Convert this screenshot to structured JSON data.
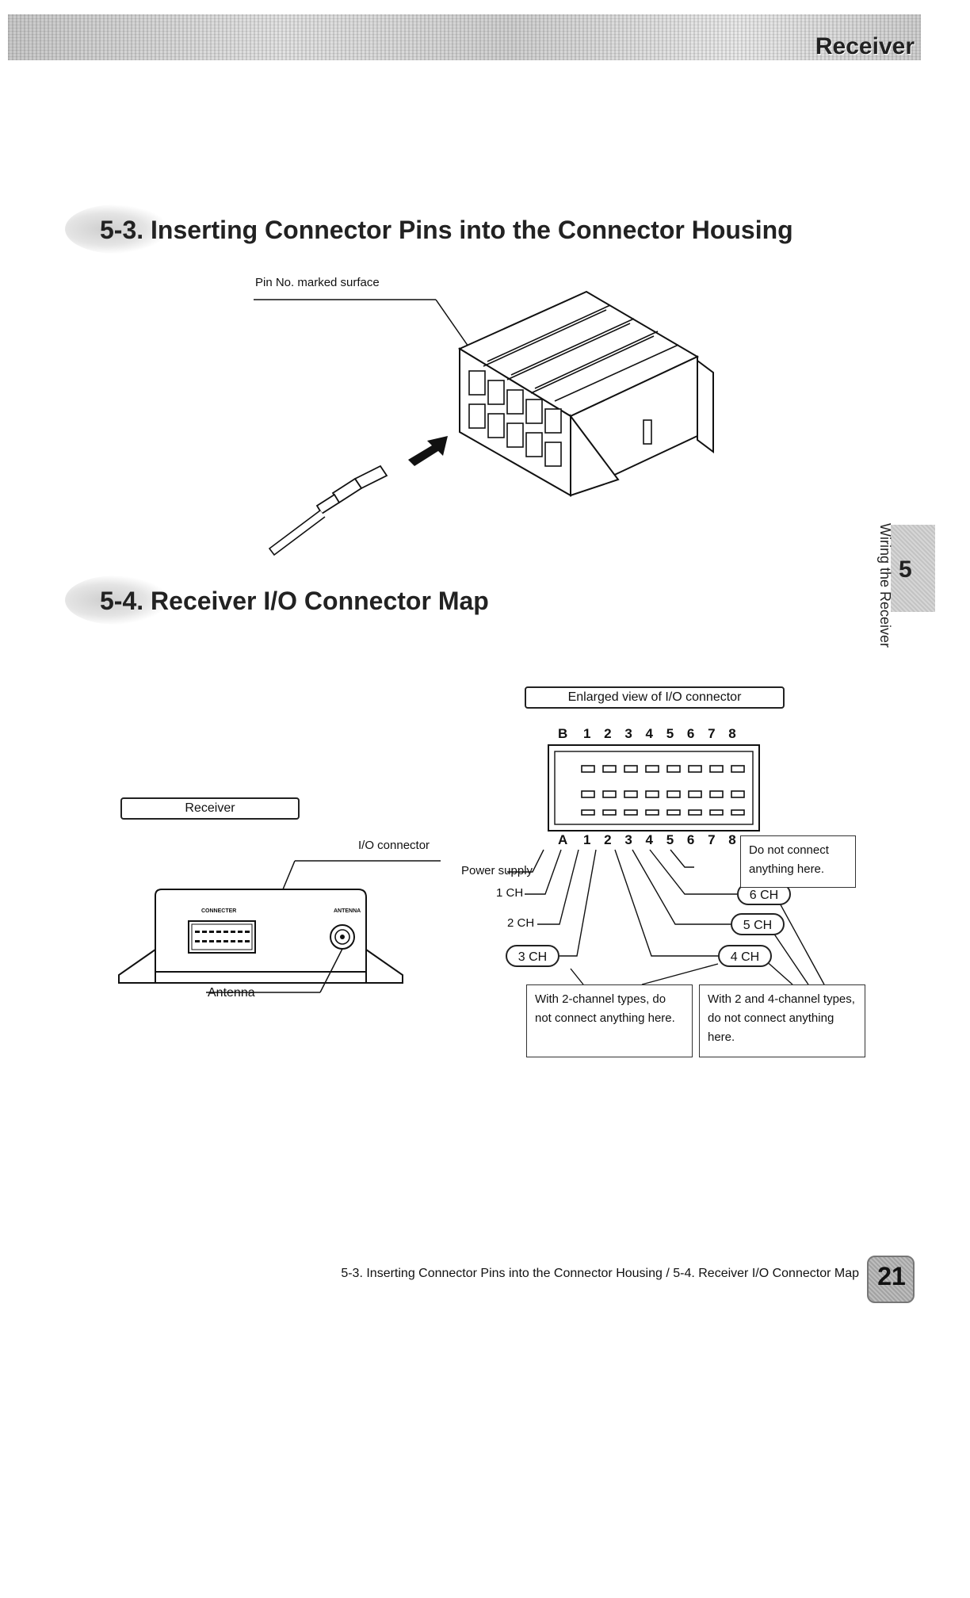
{
  "header": {
    "title": "Receiver"
  },
  "section_53": {
    "title": "5-3. Inserting Connector Pins into the Connector Housing",
    "pin_marked_label": "Pin No. marked surface"
  },
  "section_54": {
    "title": "5-4. Receiver I/O Connector Map",
    "receiver_label": "Receiver",
    "io_connector_label": "I/O connector",
    "antenna_label": "Antenna",
    "panel_connector_text": "CONNECTER",
    "panel_antenna_text": "ANTENNA",
    "enlarged_label": "Enlarged view of I/O connector",
    "row_b_letter": "B",
    "row_a_letter": "A",
    "pin_numbers": "1 2 3 4 5 6 7 8",
    "power_supply": "Power supply",
    "ch1": "1 CH",
    "ch2": "2 CH",
    "ch3": "3 CH",
    "ch4": "4 CH",
    "ch5": "5 CH",
    "ch6": "6 CH",
    "note_do_not_connect": "Do not connect anything here.",
    "note_2ch": "With 2-channel types, do not connect anything here.",
    "note_2_4ch": "With 2 and 4-channel types, do not connect anything here."
  },
  "side_tab": {
    "number": "5",
    "text": "Wiring the Receiver"
  },
  "footer": {
    "caption": "5-3. Inserting Connector Pins into the Connector Housing / 5-4. Receiver I/O Connector Map",
    "page_number": "21"
  }
}
